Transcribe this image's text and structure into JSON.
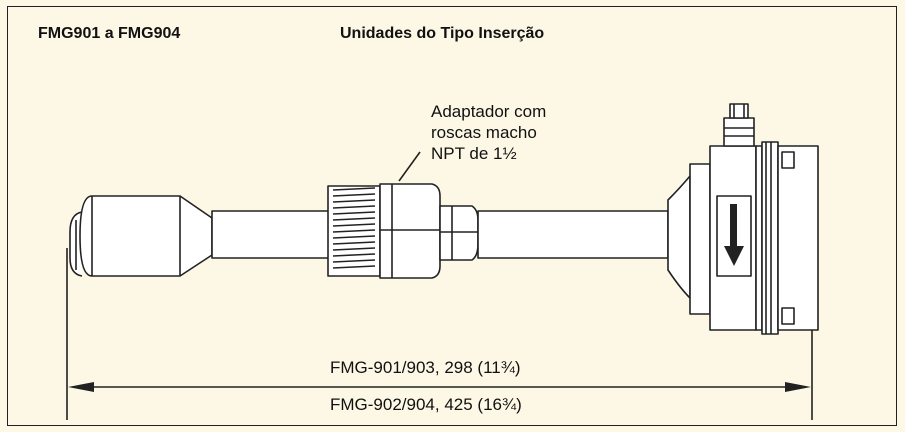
{
  "header": {
    "model_range": "FMG901 a FMG904",
    "type_title": "Unidades do Tipo Inserção"
  },
  "callout": {
    "line1": "Adaptador com",
    "line2": "roscas macho",
    "line3": "NPT de 1½"
  },
  "dimensions": {
    "line1": "FMG-901/903, 298 (11¾)",
    "line2": "FMG-902/904, 425 (16¾)"
  },
  "colors": {
    "background": "#fdf8e6",
    "stroke": "#222222"
  },
  "icons": [
    "flow-direction-arrow-icon"
  ]
}
